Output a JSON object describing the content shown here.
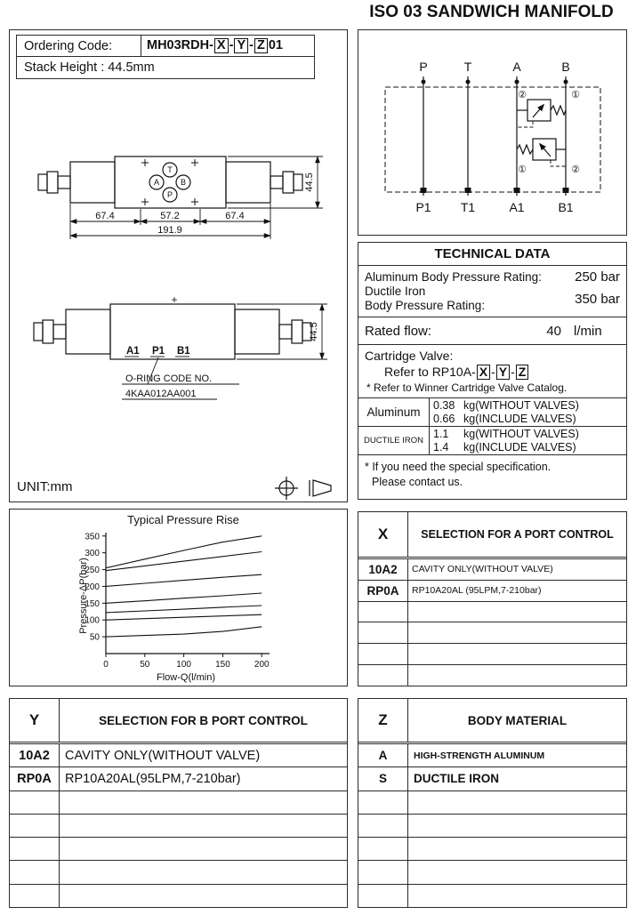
{
  "page_title": "ISO 03 SANDWICH MANIFOLD",
  "ordering": {
    "label": "Ordering Code:",
    "code_prefix": "MH03RDH-",
    "code_x": "X",
    "code_y": "Y",
    "code_z": "Z",
    "dash": "-",
    "code_suffix": "01",
    "stack_height": "Stack Height : 44.5mm"
  },
  "schematic": {
    "top_ports": [
      "P",
      "T",
      "A",
      "B"
    ],
    "bottom_ports": [
      "P1",
      "T1",
      "A1",
      "B1"
    ],
    "valve1_left": "②",
    "valve1_right": "①",
    "valve2_left": "①",
    "valve2_right": "②"
  },
  "drawing_top": {
    "port_t": "T",
    "port_a": "A",
    "port_b": "B",
    "port_p": "P",
    "dim_left": "67.4",
    "dim_mid": "57.2",
    "dim_right": "67.4",
    "dim_total": "191.9",
    "dim_height": "44.5"
  },
  "drawing_side": {
    "plus_mark": "+",
    "port_a1": "A1",
    "port_p1": "P1",
    "port_b1": "B1",
    "dim_height": "44.5",
    "oring_line1": "O-RING CODE NO.",
    "oring_line2": "4KAA012AA001"
  },
  "unit_label": "UNIT:mm",
  "technical_data": {
    "title": "TECHNICAL DATA",
    "rating1_label": "Aluminum Body Pressure Rating:",
    "rating1_value": "250 bar",
    "rating2_label1": "Ductile Iron",
    "rating2_label2": "Body Pressure Rating:",
    "rating2_value": "350 bar",
    "flow_label": "Rated flow:",
    "flow_value": "40",
    "flow_unit": "l/min",
    "cartridge_line1": "Cartridge Valve:",
    "cartridge_line2": "Refer to RP10A-",
    "cartridge_x": "X",
    "cartridge_y": "Y",
    "cartridge_z": "Z",
    "cartridge_dash": "-",
    "cartridge_note": "* Refer to Winner Cartridge Valve Catalog.",
    "weights": [
      {
        "material": "Aluminum",
        "line1_num": "0.38",
        "line1_text": "kg(WITHOUT VALVES)",
        "line2_num": "0.66",
        "line2_text": "kg(INCLUDE VALVES)"
      },
      {
        "material": "DUCTILE IRON",
        "line1_num": "1.1",
        "line1_text": "kg(WITHOUT VALVES)",
        "line2_num": "1.4",
        "line2_text": "kg(INCLUDE VALVES)"
      }
    ],
    "footnote_line1": "* If you need the special specification.",
    "footnote_line2": "Please contact us."
  },
  "chart_data": {
    "type": "line",
    "title": "Typical Pressure Rise",
    "xlabel": "Flow-Q(l/min)",
    "ylabel": "Pressure-ΔP(bar)",
    "x": [
      0,
      50,
      100,
      150,
      200
    ],
    "xticks": [
      0,
      50,
      100,
      150,
      200
    ],
    "yticks": [
      50,
      100,
      150,
      200,
      250,
      300,
      350
    ],
    "xlim": [
      0,
      210
    ],
    "ylim": [
      0,
      360
    ],
    "grid": false,
    "legend": "none",
    "series": [
      {
        "name": "curve-1",
        "values": [
          255,
          281,
          307,
          332,
          350
        ]
      },
      {
        "name": "curve-2",
        "values": [
          247,
          261,
          275,
          289,
          303
        ]
      },
      {
        "name": "curve-3",
        "values": [
          200,
          209,
          218,
          227,
          235
        ]
      },
      {
        "name": "curve-4",
        "values": [
          150,
          157,
          165,
          172,
          180
        ]
      },
      {
        "name": "curve-5",
        "values": [
          122,
          127,
          132,
          138,
          143
        ]
      },
      {
        "name": "curve-6",
        "values": [
          100,
          104,
          108,
          112,
          116
        ]
      },
      {
        "name": "curve-7",
        "values": [
          50,
          54,
          58,
          66,
          80
        ]
      }
    ]
  },
  "selection_x": {
    "code": "X",
    "title": "SELECTION FOR A PORT  CONTROL",
    "rows": [
      {
        "code": "10A2",
        "desc": "CAVITY ONLY(WITHOUT VALVE)"
      },
      {
        "code": "RP0A",
        "desc": "RP10A20AL (95LPM,7-210bar)"
      }
    ]
  },
  "selection_y": {
    "code": "Y",
    "title": "SELECTION FOR B PORT  CONTROL",
    "rows": [
      {
        "code": "10A2",
        "desc": "CAVITY ONLY(WITHOUT VALVE)"
      },
      {
        "code": "RP0A",
        "desc": "RP10A20AL(95LPM,7-210bar)"
      }
    ]
  },
  "body_material": {
    "code": "Z",
    "title": "BODY MATERIAL",
    "rows": [
      {
        "code": "A",
        "desc": "HIGH-STRENGTH ALUMINUM"
      },
      {
        "code": "S",
        "desc": "DUCTILE IRON"
      }
    ]
  }
}
